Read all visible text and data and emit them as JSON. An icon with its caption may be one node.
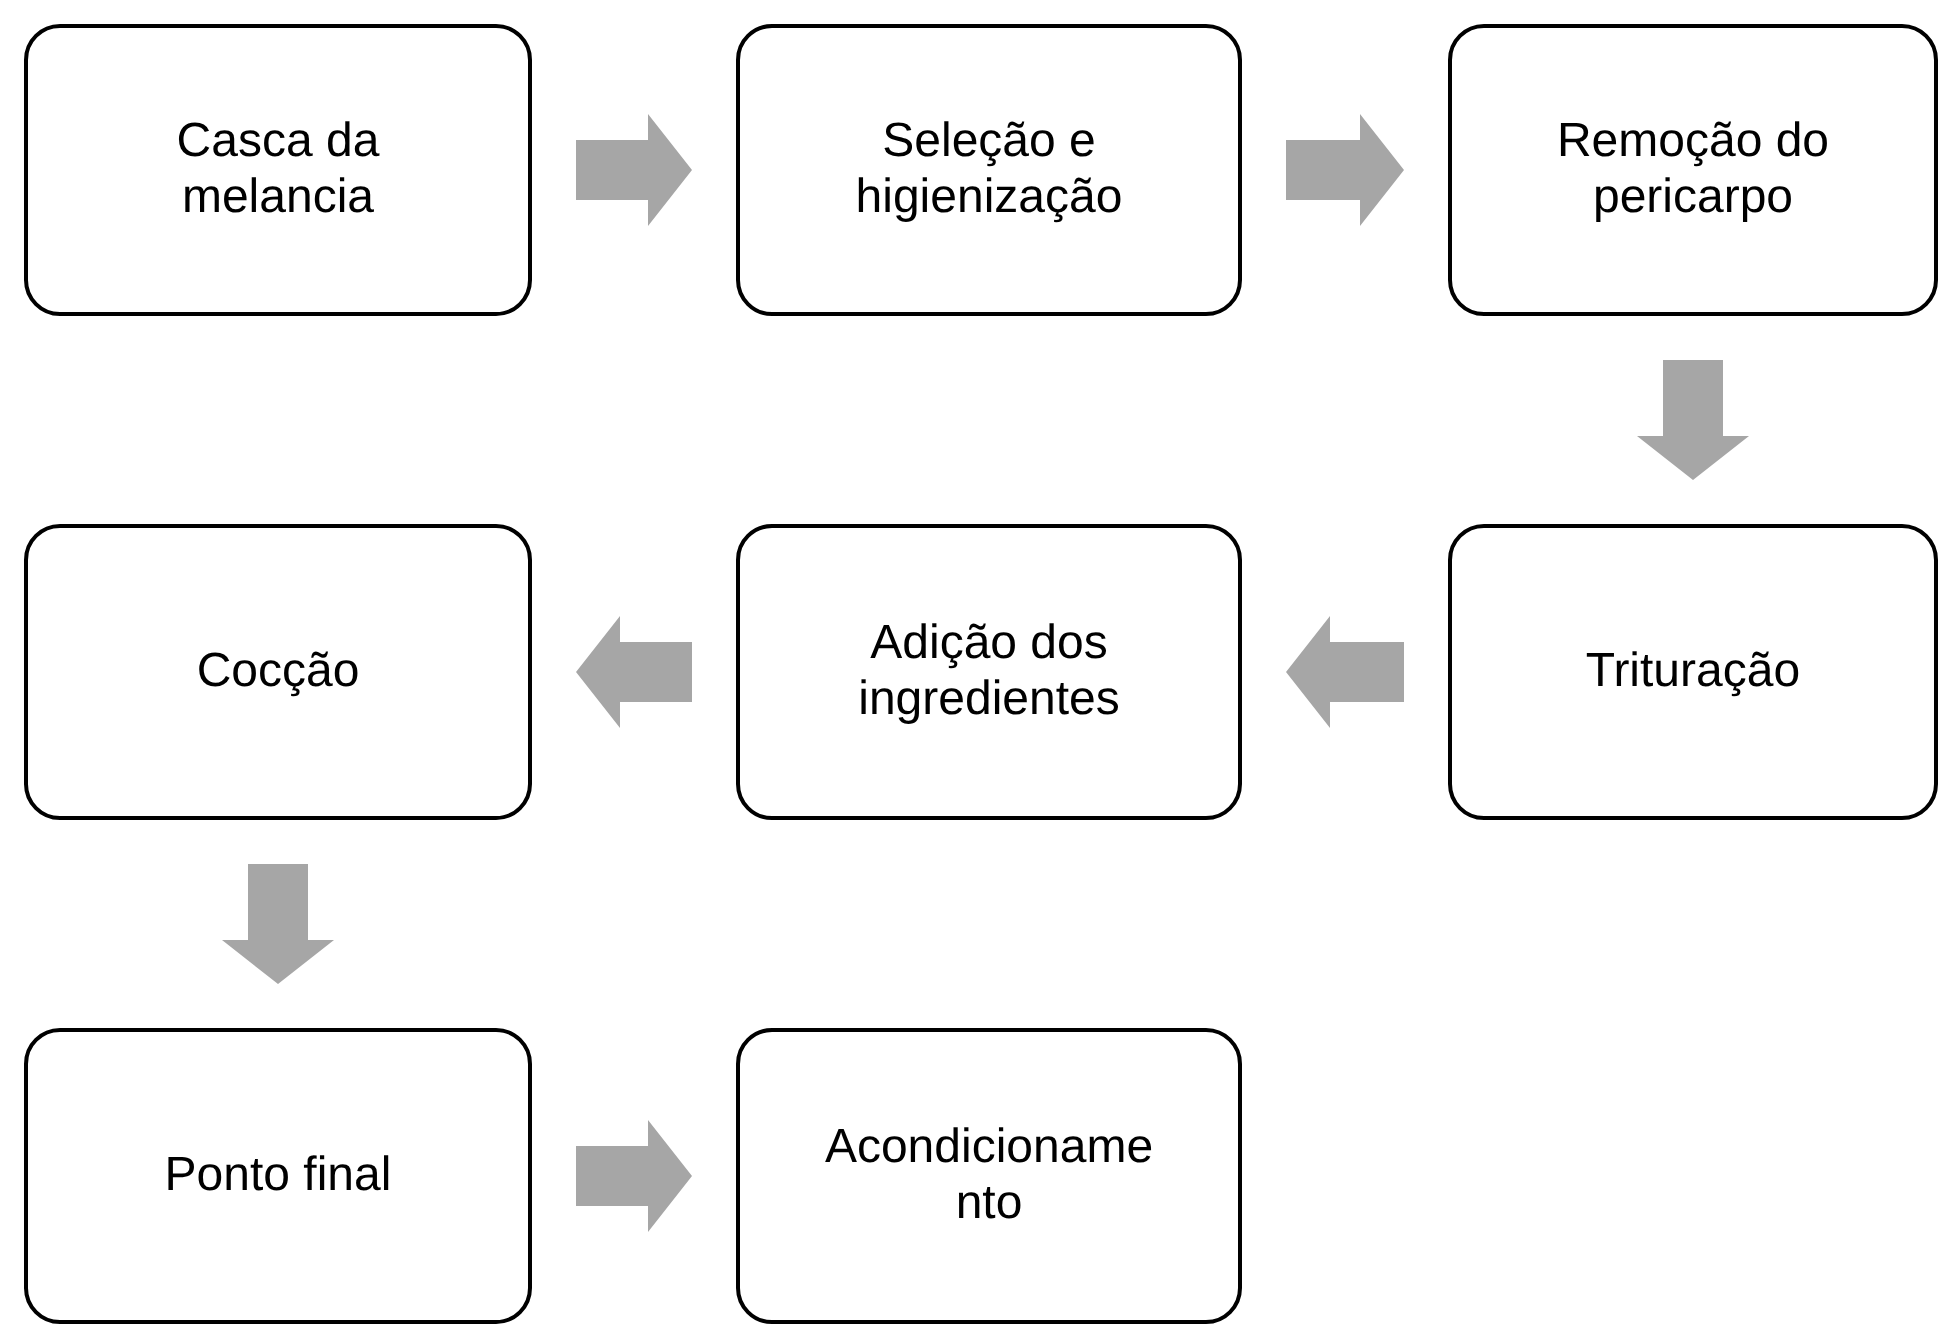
{
  "diagram": {
    "nodes": [
      {
        "text": [
          "Casca da melancia"
        ]
      },
      {
        "text": [
          "Seleção e higienização"
        ]
      },
      {
        "text": [
          "Remoção do pericarpo"
        ]
      },
      {
        "text": [
          "Trituração"
        ]
      },
      {
        "text": [
          "Adição dos ingredientes"
        ]
      },
      {
        "text": [
          "Cocção"
        ]
      },
      {
        "text": [
          "Ponto final"
        ]
      },
      {
        "text": [
          "Acondicioname nto"
        ]
      }
    ],
    "edges": [
      {
        "from": 0,
        "to": 1,
        "arrow": "to"
      },
      {
        "from": 1,
        "to": 2,
        "arrow": "to"
      },
      {
        "from": 2,
        "to": 3,
        "arrow": "to"
      },
      {
        "from": 3,
        "to": 4,
        "arrow": "to"
      },
      {
        "from": 4,
        "to": 5,
        "arrow": "to"
      },
      {
        "from": 5,
        "to": 6,
        "arrow": "to"
      },
      {
        "from": 6,
        "to": 7,
        "arrow": "to"
      }
    ]
  }
}
